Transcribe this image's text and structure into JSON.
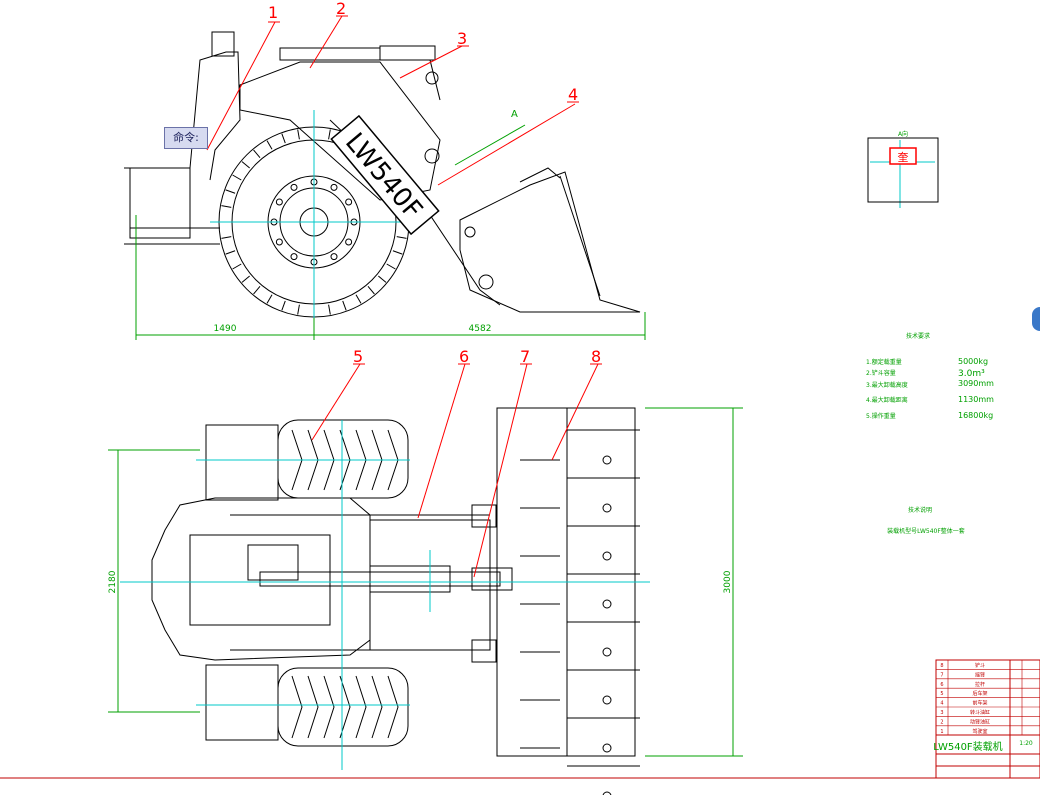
{
  "command_tag": "命令:",
  "callouts": [
    "1",
    "2",
    "3",
    "4",
    "5",
    "6",
    "7",
    "8"
  ],
  "view_label_a": "A",
  "side_view": {
    "machine_badge": "LW540F",
    "dim_rear": "1490",
    "dim_front": "4582"
  },
  "top_view": {
    "dim_width": "2180",
    "dim_bucket": "3000"
  },
  "view_a_box": {
    "label": "A向",
    "logo_text": "奎"
  },
  "tech_params": {
    "title": "技术要求",
    "items": [
      {
        "label": "1.额定载重量",
        "value": "5000kg"
      },
      {
        "label": "2.铲斗容量",
        "value": "3.0m³"
      },
      {
        "label": "3.最大卸载高度",
        "value": "3090mm"
      },
      {
        "label": "4.最大卸载距离",
        "value": "1130mm"
      },
      {
        "label": "5.操作重量",
        "value": "16800kg"
      }
    ]
  },
  "note_block": {
    "title": "技术说明",
    "text": "装载机型号LW540F整体一套"
  },
  "title_block": {
    "drawing_title": "LW540F装载机",
    "scale": "1:20",
    "rows": [
      "8",
      "7",
      "6",
      "5",
      "4",
      "3",
      "2",
      "1"
    ],
    "row_names": [
      "铲斗",
      "摇臂",
      "拉杆",
      "后车架",
      "前车架",
      "转斗油缸",
      "动臂油缸",
      "驾驶室"
    ]
  },
  "colors": {
    "outline": "#000000",
    "center_line": "#00c8c8",
    "dimension": "#00a000",
    "callout": "#ff0000",
    "frame": "#c00000"
  }
}
